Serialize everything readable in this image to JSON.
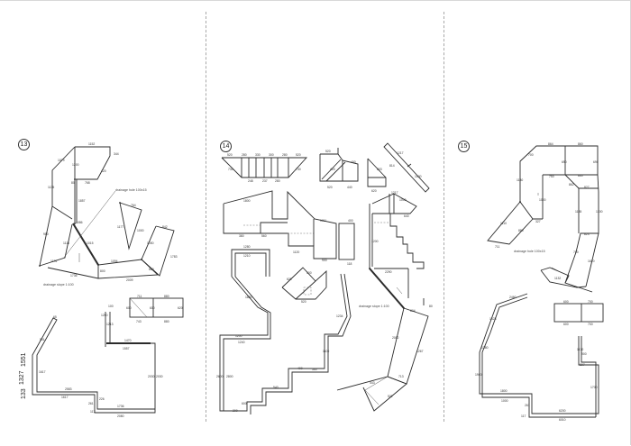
{
  "sheet": {
    "panels": [
      {
        "id": "13",
        "label": "13",
        "notes": {
          "drainage_hole": "drainage hole 100x15",
          "drainage_slope": "drainage slope 1:100"
        },
        "dims": {
          "top_a": "1152",
          "top_b": "344",
          "top_c": "420",
          "top_d": "768",
          "top_e": "80",
          "left_a": "1079",
          "left_b": "1135",
          "left_c": "1200",
          "left_d": "1857",
          "diag_a": "1015",
          "mid_a": "980",
          "mid_b": "1115",
          "mid_c": "2080",
          "mid_d": "1086",
          "mid_e": "1176",
          "low_a": "1736",
          "low_b": "2009",
          "low_c": "1094",
          "low_d": "800",
          "tri_a": "1177",
          "tri_b": "764",
          "tri_c": "1000",
          "quad_a": "1050",
          "quad_b": "842",
          "quad_c": "1783",
          "quad_d": "680",
          "a1": "1327",
          "a2": "133",
          "a3": "1551",
          "a4": "1617",
          "a5": "2583",
          "a6": "1617",
          "a7": "261",
          "a8": "226",
          "a9": "117",
          "a10": "1736",
          "a11": "2080",
          "a12": "2030",
          "a13": "2030",
          "a14": "1470",
          "a15": "1557",
          "a16": "1200",
          "a17": "1213",
          "a18": "100",
          "a19": "551",
          "a20": "65",
          "r1": "711",
          "r2": "880",
          "r3": "600",
          "r4": "600",
          "r5": "743",
          "r6": "880",
          "r7": "620"
        }
      },
      {
        "id": "14",
        "label": "14",
        "notes": {
          "drainage_slope": "drainage slope 1:100"
        },
        "dims": {
          "tr_top": [
            "520",
            "280",
            "330",
            "300",
            "280",
            "520"
          ],
          "tr_bot": [
            "248",
            "237",
            "280"
          ],
          "tr_side": [
            "730",
            "730",
            "388"
          ],
          "sq_a": "520",
          "sq_b": "520",
          "sq_c": "420",
          "sq_d": "520",
          "sq_e": "680",
          "sq_f": "400",
          "sq_g": "440",
          "sq_h": "380",
          "tri_a": "803",
          "tri_b": "620",
          "tri_c": "80",
          "bar_a": "1217",
          "bar_b": "1000",
          "bar_c": "814",
          "bar_d": "200",
          "big_a": "1800",
          "big_b": "380",
          "big_c": "560",
          "big_d": "2600",
          "big_e": "200",
          "big_f": "555",
          "big_g": "1011",
          "big_h": "1120",
          "big_i": "900",
          "big_j": "1100",
          "big_k": "400",
          "big_l": "800",
          "big_m": "118",
          "big_n": "801",
          "roof_a": "1217",
          "roof_b": "1000",
          "roof_c": "1229",
          "roof_d": "640",
          "st_a": "1200",
          "st_b": "2290",
          "st_c": "520",
          "st_d": "440",
          "st_e": "380",
          "st_f": "360",
          "st_g": "380",
          "st_h": "330",
          "u_a": "1280",
          "u_b": "1210",
          "u_c": "1540",
          "u_d": "1550",
          "z_a": "1880",
          "z_b": "2600",
          "z_c": "2800",
          "z_d": "1200",
          "z_e": "1240",
          "z_f": "437",
          "z_g": "113",
          "z_h": "200",
          "z_i": "160",
          "z_j": "80",
          "z_k": "600",
          "z_l": "540",
          "z_m": "400",
          "z_n": "250",
          "z_o": "1100",
          "z_p": "1234",
          "z_q": "560",
          "z_r": "550",
          "ps_a": "620",
          "ps_b": "500",
          "ps_c": "540",
          "ps_d": "380",
          "ps_e": "600",
          "ps_f": "520",
          "ps_g": "1216",
          "ps_h": "1024",
          "k_a": "1230",
          "k_b": "1007",
          "k_c": "2082",
          "k_d": "804",
          "k_e": "1000",
          "k_f": "1267",
          "k_g": "443",
          "k_h": "713",
          "k_i": "522"
        }
      },
      {
        "id": "15",
        "label": "15",
        "notes": {
          "drainage_hole": "drainage hole 100x15"
        },
        "dims": {
          "top_a": "700",
          "top_b": "864",
          "top_c": "860",
          "top_d": "690",
          "top_e": "690",
          "top_f": "700",
          "top_g": "800",
          "mid_a": "750",
          "mid_b": "860",
          "mid_c": "862",
          "mid_d": "827",
          "mid_e": "1135",
          "mid_f": "1300",
          "left_a": "1180",
          "left_b": "1000",
          "left_c": "1110",
          "left_d": "880",
          "left_e": "711",
          "left_f": "327",
          "low_a": "823",
          "low_b": "700",
          "low_c": "1132",
          "low_d": "1080",
          "low_e": "374",
          "low_f": "1620",
          "low_g": "410",
          "rc_a": "600",
          "rc_b": "700",
          "rc_c": "600",
          "rc_d": "700",
          "rc_e": "440",
          "rc_f": "440",
          "rc_g": "440",
          "s_a": "2460",
          "s_b": "1800",
          "s_c": "1423",
          "s_d": "1300",
          "s_e": "1900",
          "s_f": "1470",
          "s_g": "1380",
          "s_h": "150",
          "s_i": "250",
          "s_j": "1000",
          "s_k": "6200",
          "s_l": "6010",
          "s_m": "1400",
          "s_n": "1600",
          "s_o": "1700",
          "s_p": "807",
          "s_q": "900",
          "s_r": "1170",
          "s_s": "1100",
          "s_t": "1160",
          "s_u": "1280",
          "s_v": "261",
          "s_w": "117",
          "s_x": "26"
        }
      }
    ]
  }
}
